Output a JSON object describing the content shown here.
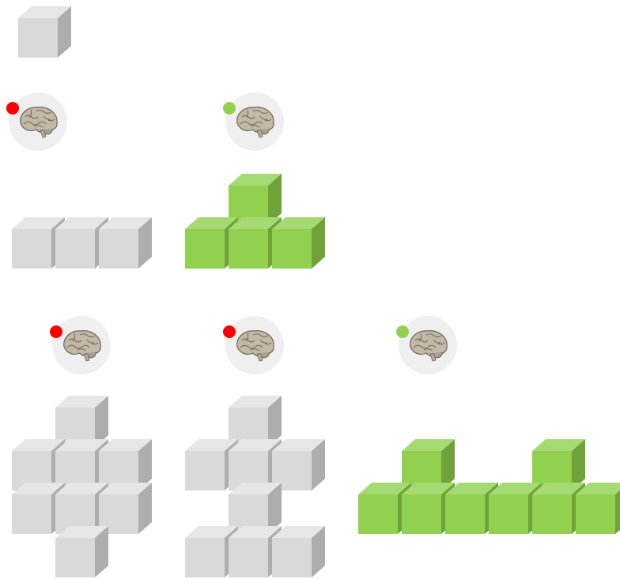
{
  "colors": {
    "gray": {
      "front": "#d9d9d9",
      "top": "#e6e6e6",
      "side": "#adadad"
    },
    "green": {
      "front": "#92d050",
      "top": "#a5d972",
      "side": "#6fa23a"
    },
    "badge_red": "#ff0000",
    "badge_green": "#92d050",
    "avatar_bg": "#efefef"
  },
  "legend_cube": {
    "icon": "cube-icon",
    "color": "gray"
  },
  "panels": [
    {
      "id": "top-left",
      "badge": "red",
      "brain_icon": "brain-icon",
      "color": "gray",
      "cubes": [
        [
          0,
          0
        ],
        [
          1,
          0
        ],
        [
          2,
          0
        ]
      ]
    },
    {
      "id": "top-middle",
      "badge": "green",
      "brain_icon": "brain-icon",
      "color": "green",
      "cubes": [
        [
          1,
          1
        ],
        [
          0,
          0
        ],
        [
          1,
          0
        ],
        [
          2,
          0
        ]
      ]
    },
    {
      "id": "bottom-left",
      "badge": "red",
      "brain_icon": "brain-icon",
      "color": "gray",
      "cubes": [
        [
          1,
          3
        ],
        [
          0,
          2
        ],
        [
          1,
          2
        ],
        [
          2,
          2
        ],
        [
          0,
          1
        ],
        [
          1,
          1
        ],
        [
          2,
          1
        ],
        [
          1,
          0
        ]
      ]
    },
    {
      "id": "bottom-middle",
      "badge": "red",
      "brain_icon": "brain-icon",
      "color": "gray",
      "cubes": [
        [
          1,
          3
        ],
        [
          0,
          2
        ],
        [
          1,
          2
        ],
        [
          2,
          2
        ],
        [
          1,
          1
        ],
        [
          0,
          0
        ],
        [
          1,
          0
        ],
        [
          2,
          0
        ]
      ]
    },
    {
      "id": "bottom-right",
      "badge": "green",
      "brain_icon": "brain-icon",
      "color": "green",
      "cubes": [
        [
          1,
          1
        ],
        [
          4,
          1
        ],
        [
          0,
          0
        ],
        [
          1,
          0
        ],
        [
          2,
          0
        ],
        [
          3,
          0
        ],
        [
          4,
          0
        ],
        [
          5,
          0
        ]
      ]
    }
  ]
}
